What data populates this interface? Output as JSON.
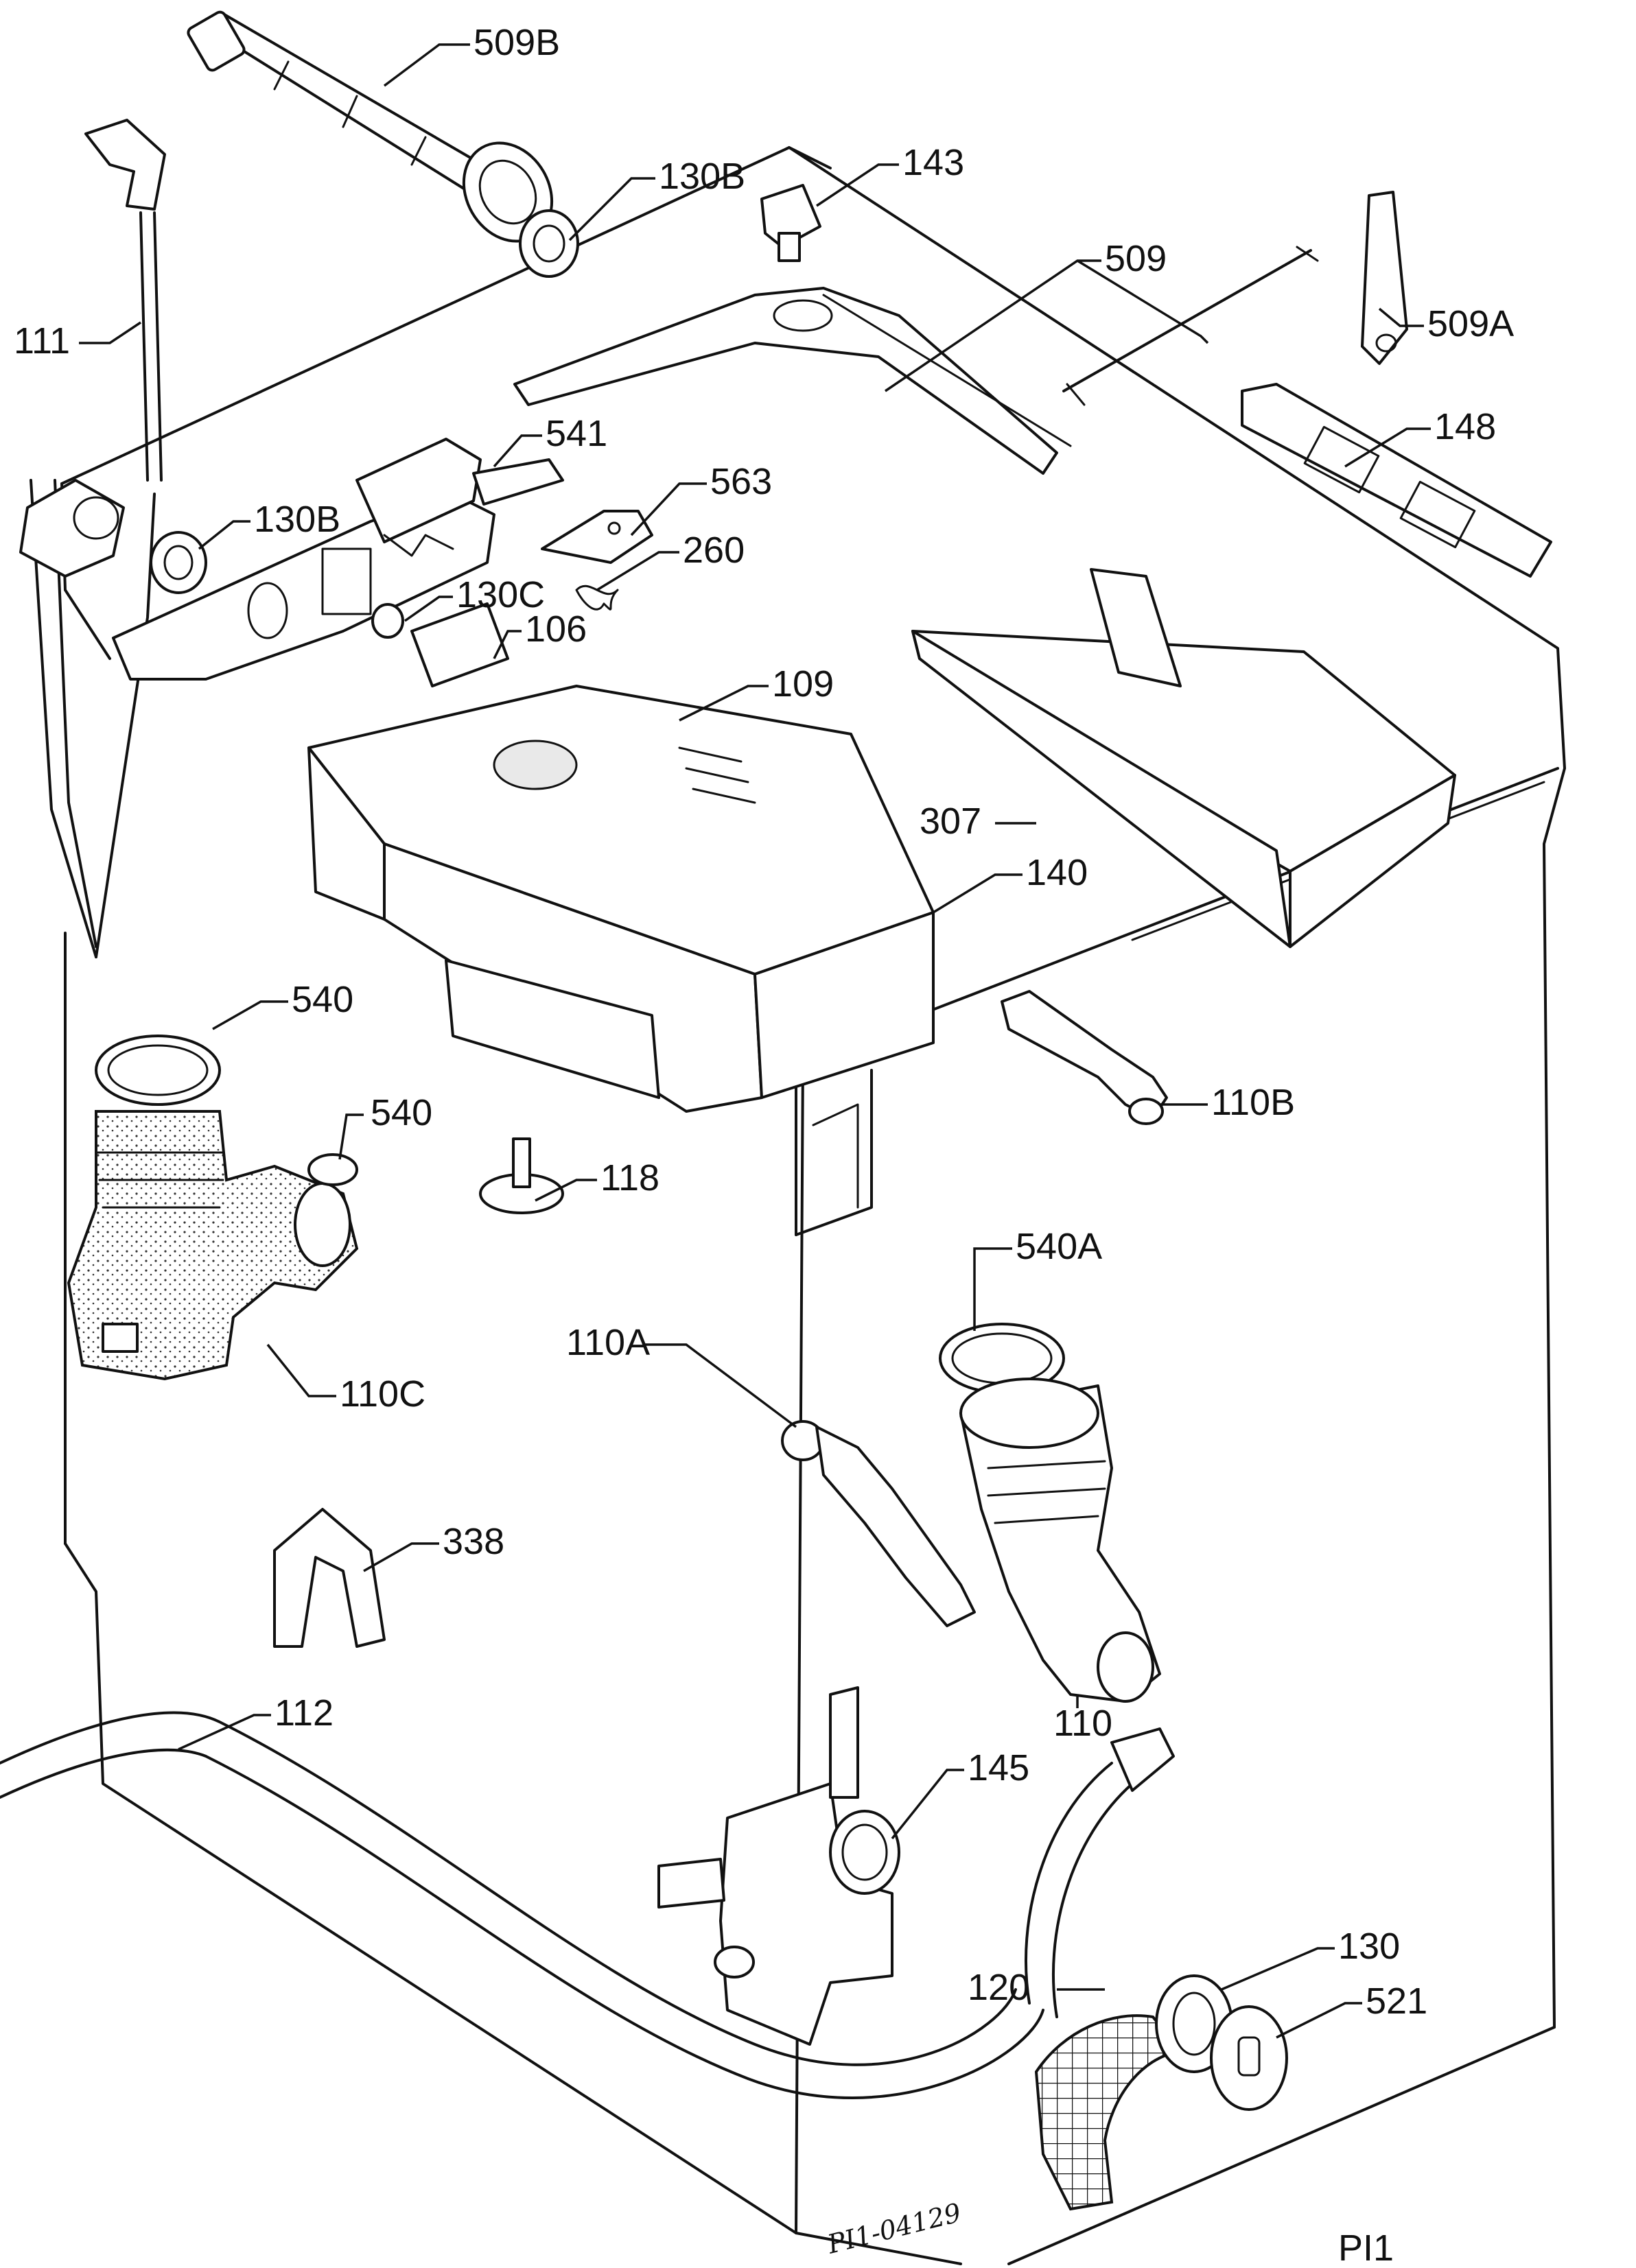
{
  "labels": {
    "l509b": "509B",
    "l130b_top": "130B",
    "l143": "143",
    "l509": "509",
    "l509a": "509A",
    "l111": "111",
    "l541": "541",
    "l148": "148",
    "l563": "563",
    "l130b_left": "130B",
    "l260": "260",
    "l130c": "130C",
    "l106": "106",
    "l109": "109",
    "l307": "307",
    "l140": "140",
    "l540_top": "540",
    "l540_mid": "540",
    "l110b": "110B",
    "l118": "118",
    "l540a": "540A",
    "l110c": "110C",
    "l110a": "110A",
    "l338": "338",
    "l110": "110",
    "l112": "112",
    "l145": "145",
    "l130": "130",
    "l120": "120",
    "l521": "521"
  },
  "footer": {
    "drawing_number": "PI1-04129",
    "page_ref": "PI1"
  },
  "colors": {
    "ink": "#111111",
    "paper": "#ffffff"
  }
}
